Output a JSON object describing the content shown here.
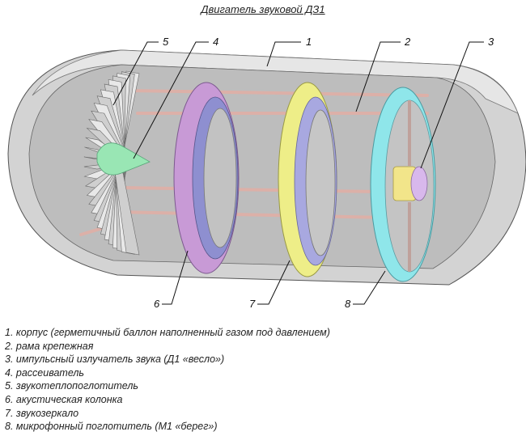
{
  "title": "Двигатель звуковой ДЗ1",
  "callouts": {
    "c1": "1",
    "c2": "2",
    "c3": "3",
    "c4": "4",
    "c5": "5",
    "c6": "6",
    "c7": "7",
    "c8": "8"
  },
  "legend": [
    "1. корпус (герметичный баллон наполненный газом под давлением)",
    "2. рама крепежная",
    "3. импульсный излучатель звука (Д1 «весло»)",
    "4. рассеиватель",
    "5. звукотеплопоглотитель",
    "6. акустическая колонка",
    "7. звукозеркало",
    "8. микрофонный поглотитель (М1 «берег»)"
  ],
  "colors": {
    "hull": "#d0d0d0",
    "hull_inner": "#b9b9b9",
    "frame": "#dcb0a8",
    "column": "#c89ad6",
    "column_inner": "#8e8fd0",
    "mirror": "#eeee88",
    "mirror_inner": "#a8a8e0",
    "absorber": "#8fe6ea",
    "emitter": "#f2e58a",
    "emitter_face": "#d8b8ec",
    "diffuser": "#99e6b4"
  }
}
